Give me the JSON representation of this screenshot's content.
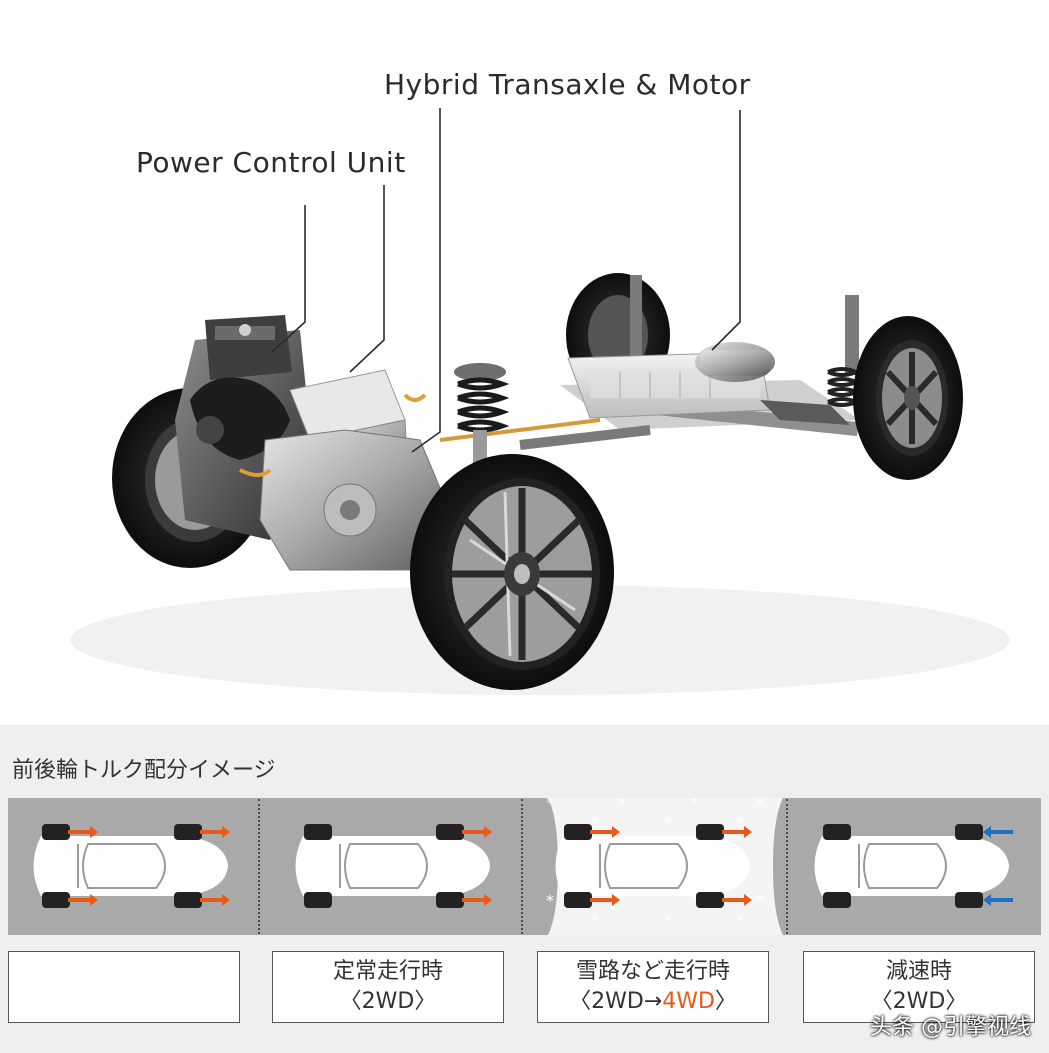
{
  "hero": {
    "callouts": {
      "hybrid": "Hybrid Transaxle & Motor",
      "pcu": "Power Control Unit"
    }
  },
  "torque": {
    "title": "前後輪トルク配分イメージ",
    "scenarios": [
      {
        "id": "startup",
        "caption1": "",
        "caption2": "",
        "arrows_front": "orange",
        "arrows_rear": "orange",
        "snow": false
      },
      {
        "id": "normal",
        "caption1": "定常走行時",
        "caption2": "〈2WD〉",
        "arrows_front": "orange",
        "arrows_rear": "none",
        "snow": false
      },
      {
        "id": "snow",
        "caption1": "雪路など走行時",
        "caption2a": "〈2WD→",
        "caption2b": "4WD",
        "caption2c": "〉",
        "arrows_front": "orange",
        "arrows_rear": "orange",
        "snow": true
      },
      {
        "id": "decel",
        "caption1": "減速時",
        "caption2": "〈2WD〉",
        "arrows_front": "blue",
        "arrows_rear": "none",
        "snow": false
      }
    ]
  },
  "colors": {
    "accent_orange": "#e8591a",
    "regen_blue": "#1f6fc2",
    "strip_gray": "#a9a9a9"
  },
  "watermark": "头条 @引擎视线"
}
